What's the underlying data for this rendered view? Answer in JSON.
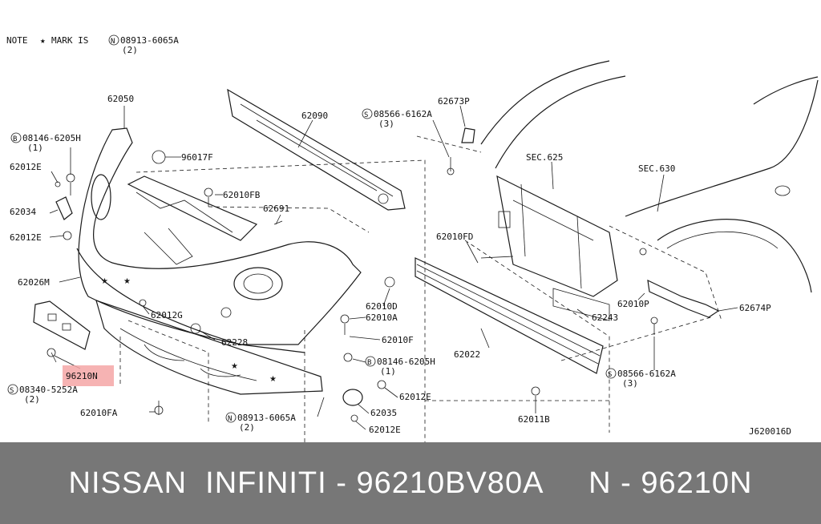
{
  "note": {
    "text": "NOTE ",
    "star": "★",
    "mark_is": " MARK IS ",
    "circle_letter": "N",
    "part": "08913-6065A",
    "qty": "(2)"
  },
  "labels": [
    {
      "id": "62050",
      "text": "62050"
    },
    {
      "id": "96017f",
      "text": "96017F"
    },
    {
      "id": "62090",
      "text": "62090"
    },
    {
      "id": "b08146-1",
      "circle": "B",
      "text": "08146-6205H",
      "qty": "(1)"
    },
    {
      "id": "62012e-1",
      "text": "62012E"
    },
    {
      "id": "62034",
      "text": "62034"
    },
    {
      "id": "62012e-2",
      "text": "62012E"
    },
    {
      "id": "62010fb",
      "text": "62010FB"
    },
    {
      "id": "62691",
      "text": "62691"
    },
    {
      "id": "62026m",
      "text": "62026M"
    },
    {
      "id": "62012g",
      "text": "62012G"
    },
    {
      "id": "62228",
      "text": "62228"
    },
    {
      "id": "96210n",
      "text": "96210N"
    },
    {
      "id": "s08340",
      "circle": "S",
      "text": "08340-5252A",
      "qty": "(2)"
    },
    {
      "id": "62010fa",
      "text": "62010FA"
    },
    {
      "id": "n08913",
      "circle": "N",
      "text": "08913-6065A",
      "qty": "(2)"
    },
    {
      "id": "62010d",
      "text": "62010D"
    },
    {
      "id": "62010a",
      "text": "62010A"
    },
    {
      "id": "62010f",
      "text": "62010F"
    },
    {
      "id": "b08146-2",
      "circle": "B",
      "text": "08146-6205H",
      "qty": "(1)"
    },
    {
      "id": "62012e-3",
      "text": "62012E"
    },
    {
      "id": "62035",
      "text": "62035"
    },
    {
      "id": "62012e-4",
      "text": "62012E"
    },
    {
      "id": "s08566-1",
      "circle": "S",
      "text": "08566-6162A",
      "qty": "(3)"
    },
    {
      "id": "62673p",
      "text": "62673P"
    },
    {
      "id": "sec625",
      "text": "SEC.625"
    },
    {
      "id": "sec630",
      "text": "SEC.630"
    },
    {
      "id": "62010fd",
      "text": "62010FD"
    },
    {
      "id": "62022",
      "text": "62022"
    },
    {
      "id": "62243",
      "text": "62243"
    },
    {
      "id": "62010p",
      "text": "62010P"
    },
    {
      "id": "62674p",
      "text": "62674P"
    },
    {
      "id": "s08566-2",
      "circle": "S",
      "text": "08566-6162A",
      "qty": "(3)"
    },
    {
      "id": "62011b",
      "text": "62011B"
    },
    {
      "id": "figref",
      "text": "J620016D"
    }
  ],
  "highlight": {
    "label_id": "96210n",
    "color": "#f4a6a6"
  },
  "footer": {
    "text": "NISSAN  INFINITI - 96210BV80A     N - 96210N",
    "background": "#777777",
    "color": "#ffffff"
  }
}
